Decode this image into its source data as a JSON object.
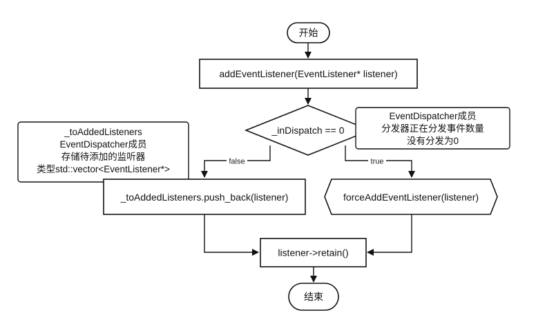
{
  "nodes": {
    "start": "开始",
    "add_event_listener": "addEventListener(EventListener* listener)",
    "in_dispatch_check": "_inDispatch == 0",
    "push_back": "_toAddedListeners.push_back(listener)",
    "force_add": "forceAddEventListener(listener)",
    "retain": "listener->retain()",
    "end": "结束"
  },
  "notes": {
    "in_dispatch": [
      "EventDispatcher成员",
      "分发器正在分发事件数量",
      "没有分发为0"
    ],
    "to_added_listeners": [
      "_toAddedListeners",
      "EventDispatcher成员",
      "存储待添加的监听器",
      "类型std::vector<EventListener*>"
    ]
  },
  "edges": {
    "false_label": "false",
    "true_label": "true"
  },
  "colors": {
    "stroke": "#111111",
    "background": "#ffffff"
  }
}
